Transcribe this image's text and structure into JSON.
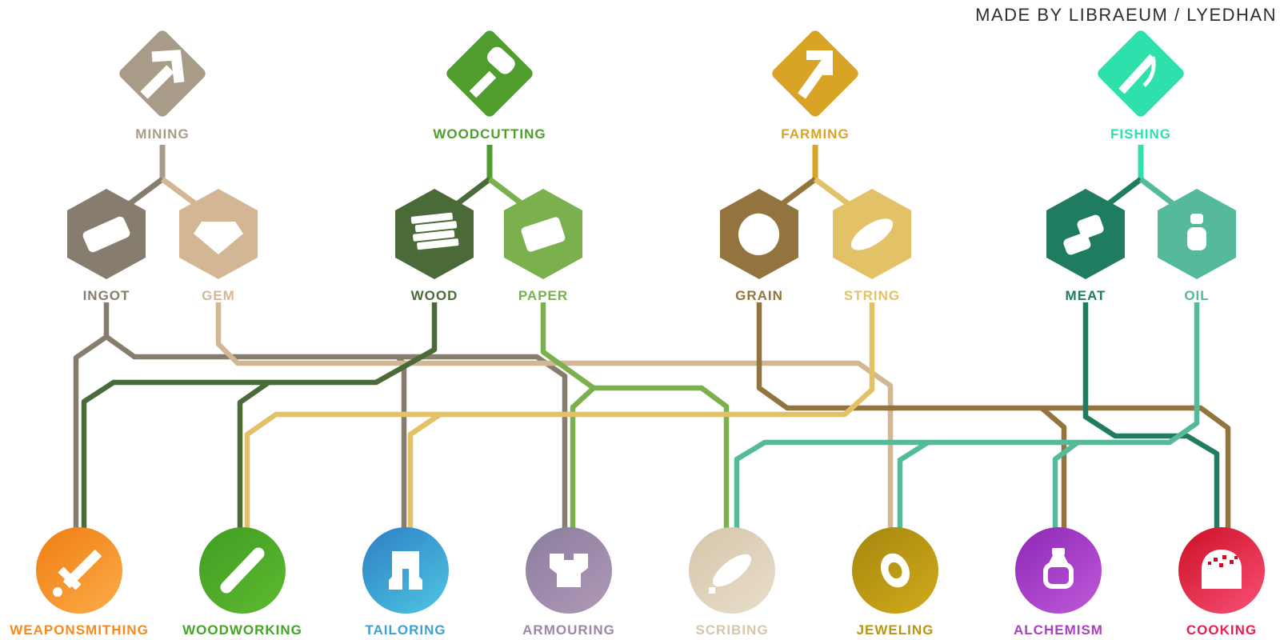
{
  "title": {
    "text": "MADE BY LIBRAEUM / LYEDHAN",
    "color": "#2c2c34"
  },
  "gatherings": [
    {
      "id": "mining",
      "label": "MINING",
      "color": "#a89b88",
      "icon": "pickaxe-icon",
      "produces": [
        "ingot",
        "gem"
      ]
    },
    {
      "id": "woodcutting",
      "label": "WOODCUTTING",
      "color": "#4f9e2d",
      "icon": "axe-icon",
      "produces": [
        "wood",
        "paper"
      ]
    },
    {
      "id": "farming",
      "label": "FARMING",
      "color": "#d9a426",
      "icon": "hoe-icon",
      "produces": [
        "grain",
        "string"
      ]
    },
    {
      "id": "fishing",
      "label": "FISHING",
      "color": "#2ee0ac",
      "icon": "fishing-rod-icon",
      "produces": [
        "meat",
        "oil"
      ]
    }
  ],
  "resources": [
    {
      "id": "ingot",
      "label": "INGOT",
      "color": "#867d6f",
      "icon": "ingot-icon",
      "used_by": [
        "weaponsmithing",
        "tailoring",
        "armouring"
      ]
    },
    {
      "id": "gem",
      "label": "GEM",
      "color": "#d3b795",
      "icon": "gem-icon",
      "used_by": [
        "jeweling"
      ]
    },
    {
      "id": "wood",
      "label": "WOOD",
      "color": "#4a6a38",
      "icon": "wood-icon",
      "used_by": [
        "weaponsmithing",
        "woodworking"
      ]
    },
    {
      "id": "paper",
      "label": "PAPER",
      "color": "#7ab04d",
      "icon": "paper-icon",
      "used_by": [
        "armouring",
        "scribing"
      ]
    },
    {
      "id": "grain",
      "label": "GRAIN",
      "color": "#93743e",
      "icon": "grain-icon",
      "used_by": [
        "alchemism",
        "cooking"
      ]
    },
    {
      "id": "string",
      "label": "STRING",
      "color": "#e3c167",
      "icon": "string-icon",
      "used_by": [
        "woodworking",
        "tailoring"
      ]
    },
    {
      "id": "meat",
      "label": "MEAT",
      "color": "#207c61",
      "icon": "meat-icon",
      "used_by": [
        "cooking"
      ]
    },
    {
      "id": "oil",
      "label": "OIL",
      "color": "#55b99c",
      "icon": "oil-icon",
      "used_by": [
        "scribing",
        "jeweling",
        "alchemism"
      ]
    }
  ],
  "professions": [
    {
      "id": "weaponsmithing",
      "label": "WEAPONSMITHING",
      "color_dark": "#ee7d12",
      "color_light": "#fba844",
      "label_color": "#f68a1e",
      "icon": "sword-icon",
      "inputs": [
        "ingot",
        "wood"
      ]
    },
    {
      "id": "woodworking",
      "label": "WOODWORKING",
      "color_dark": "#3f9d22",
      "color_light": "#5cb72f",
      "label_color": "#42a524",
      "icon": "stick-icon",
      "inputs": [
        "wood",
        "string"
      ]
    },
    {
      "id": "tailoring",
      "label": "TAILORING",
      "color_dark": "#2d7ec4",
      "color_light": "#4cc0e0",
      "label_color": "#3d9fd3",
      "icon": "pants-icon",
      "inputs": [
        "ingot",
        "string"
      ]
    },
    {
      "id": "armouring",
      "label": "ARMOURING",
      "color_dark": "#8b7d9d",
      "color_light": "#ad96b6",
      "label_color": "#9b87a8",
      "icon": "chestplate-icon",
      "inputs": [
        "ingot",
        "paper"
      ]
    },
    {
      "id": "scribing",
      "label": "SCRIBING",
      "color_dark": "#d5c5aa",
      "color_light": "#e8dcc8",
      "label_color": "#d6c7ac",
      "icon": "feather-icon",
      "inputs": [
        "paper",
        "oil"
      ]
    },
    {
      "id": "jeweling",
      "label": "JEWELING",
      "color_dark": "#a5870e",
      "color_light": "#cda71a",
      "label_color": "#b99416",
      "icon": "ring-icon",
      "inputs": [
        "gem",
        "oil"
      ]
    },
    {
      "id": "alchemism",
      "label": "ALCHEMISM",
      "color_dark": "#8c28b5",
      "color_light": "#bb55d6",
      "label_color": "#a93fc3",
      "icon": "flask-icon",
      "inputs": [
        "oil",
        "grain"
      ]
    },
    {
      "id": "cooking",
      "label": "COOKING",
      "color_dark": "#cc0f24",
      "color_light": "#f54b70",
      "label_color": "#ea1e4d",
      "icon": "bread-icon",
      "inputs": [
        "meat",
        "grain"
      ]
    }
  ],
  "connections": [
    {
      "from": "ingot",
      "to": [
        "weaponsmithing",
        "tailoring",
        "armouring"
      ]
    },
    {
      "from": "gem",
      "to": [
        "jeweling"
      ]
    },
    {
      "from": "wood",
      "to": [
        "weaponsmithing",
        "woodworking"
      ]
    },
    {
      "from": "paper",
      "to": [
        "armouring",
        "scribing"
      ]
    },
    {
      "from": "grain",
      "to": [
        "alchemism",
        "cooking"
      ]
    },
    {
      "from": "string",
      "to": [
        "woodworking",
        "tailoring"
      ]
    },
    {
      "from": "meat",
      "to": [
        "cooking"
      ]
    },
    {
      "from": "oil",
      "to": [
        "scribing",
        "jeweling",
        "alchemism"
      ]
    }
  ]
}
